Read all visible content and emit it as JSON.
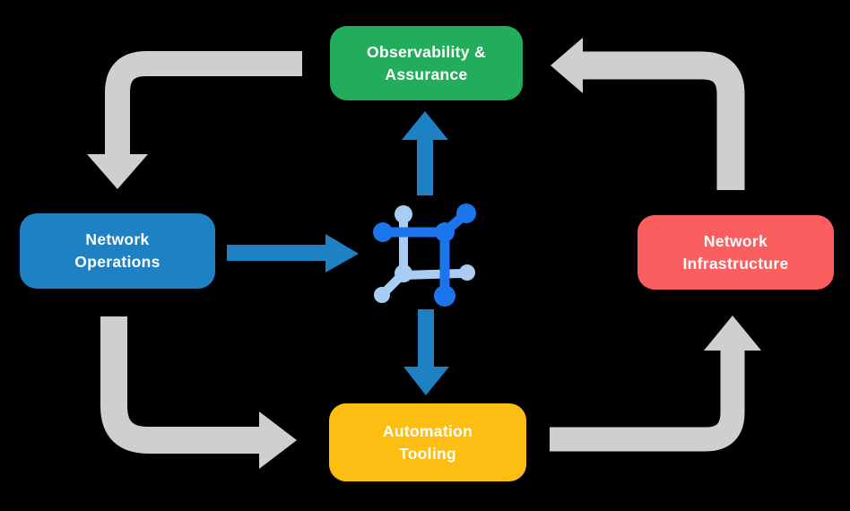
{
  "background": "#000000",
  "colors": {
    "green": "#22AD5C",
    "blue": "#1E81C4",
    "red": "#FB5E5E",
    "yellow": "#FDBE13",
    "gray-arrow": "#CFCFCF",
    "icon-dark-blue": "#1B76EC",
    "icon-light-blue": "#A9CCF5",
    "label-text": "#FFFFFF"
  },
  "diagram": {
    "nodes": [
      {
        "id": "observability-assurance",
        "label": "Observability &\nAssurance",
        "color": "#22AD5C"
      },
      {
        "id": "network-operations",
        "label": "Network\nOperations",
        "color": "#1E81C4"
      },
      {
        "id": "network-infrastructure",
        "label": "Network\nInfrastructure",
        "color": "#FB5E5E"
      },
      {
        "id": "automation-tooling",
        "label": "Automation\nTooling",
        "color": "#FDBE13"
      }
    ],
    "center_icon": "network-automation-icon",
    "arrows": {
      "gray_cycle": [
        {
          "from": "observability-assurance",
          "to": "network-operations"
        },
        {
          "from": "network-operations",
          "to": "automation-tooling"
        },
        {
          "from": "automation-tooling",
          "to": "network-infrastructure"
        },
        {
          "from": "network-infrastructure",
          "to": "observability-assurance"
        }
      ],
      "blue_spokes": [
        {
          "from": "network-operations",
          "to": "center-icon"
        },
        {
          "from": "center-icon",
          "to": "observability-assurance"
        },
        {
          "from": "center-icon",
          "to": "automation-tooling"
        }
      ]
    }
  }
}
